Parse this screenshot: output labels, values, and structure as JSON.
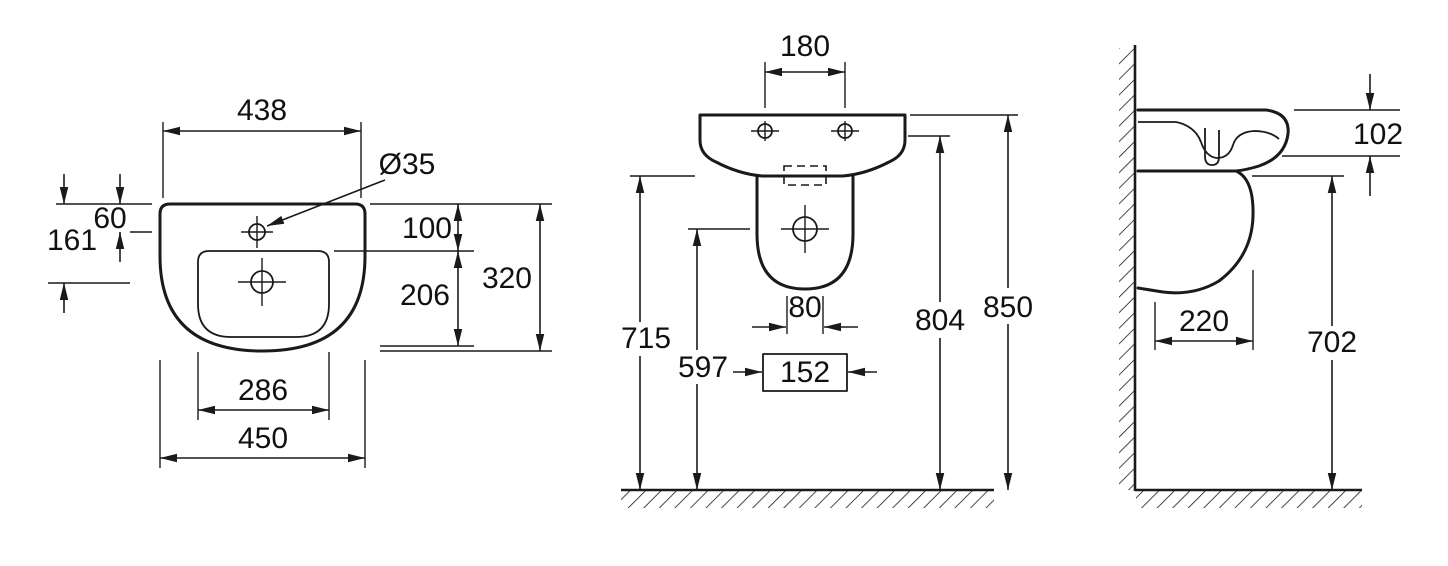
{
  "drawing": {
    "top_view": {
      "width_438": "438",
      "faucet_hole_diameter": "Ø35",
      "faucet_offset": "60",
      "drain_offset": "161",
      "bowl_front_offset": "100",
      "bowl_depth": "206",
      "overall_depth": "320",
      "bowl_width": "286",
      "overall_width": "450"
    },
    "front_view": {
      "fixing_hole_spacing": "180",
      "trap_width": "80",
      "pedestal_width": "152",
      "height_underside": "715",
      "height_drain": "597",
      "height_fixing_holes": "804",
      "height_rim": "850"
    },
    "side_view": {
      "rim_thickness": "102",
      "pedestal_depth": "220",
      "height_702": "702"
    },
    "colors": {
      "line": "#1a1a1a",
      "background": "#ffffff"
    }
  }
}
